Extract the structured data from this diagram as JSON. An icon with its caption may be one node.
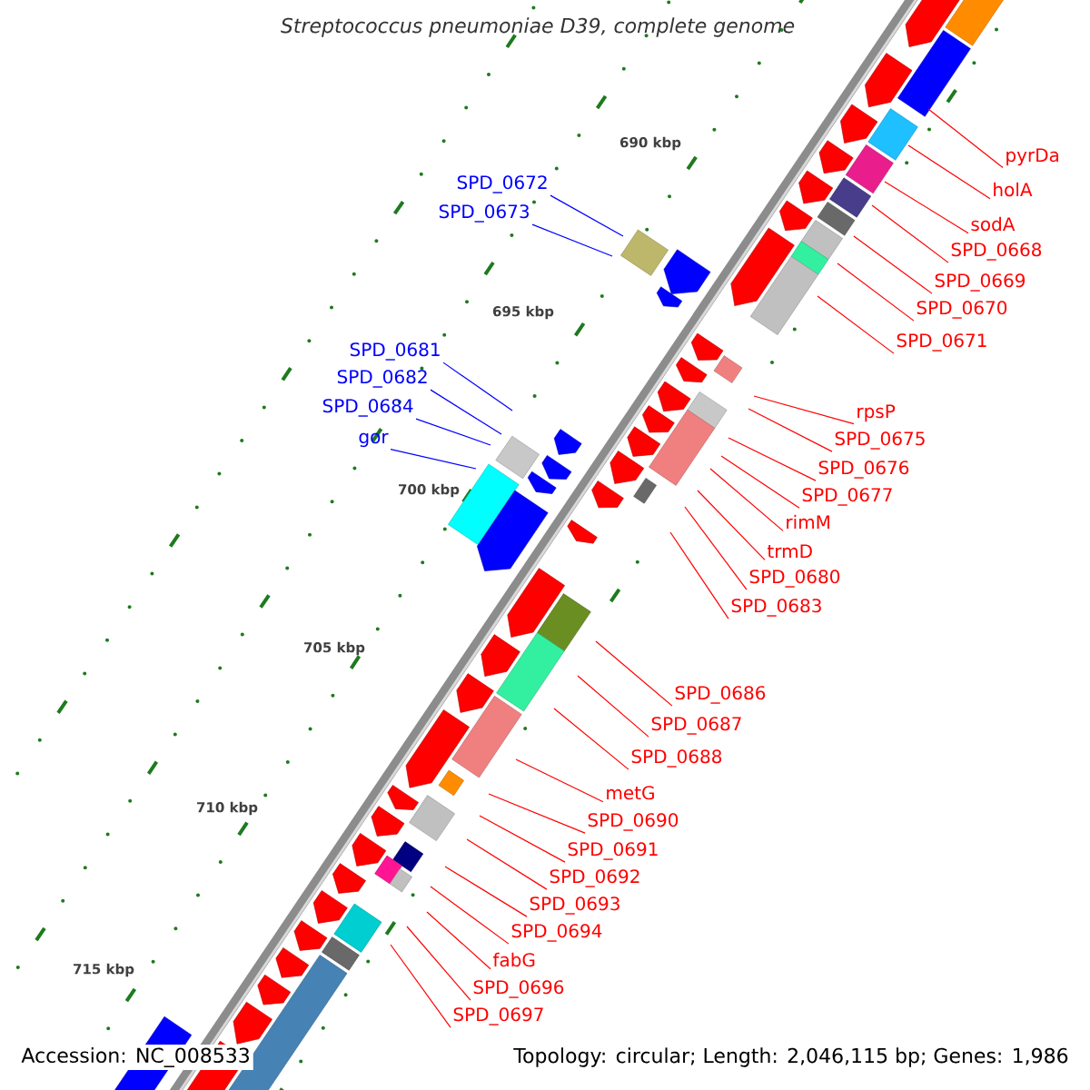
{
  "diagram": {
    "title": "Streptococcus pneumoniae D39, complete genome",
    "nodes": [
      {
        "text": [
          "pyrDa"
        ]
      },
      {
        "text": [
          "SPD_0672"
        ]
      },
      {
        "text": [
          "holA"
        ]
      },
      {
        "text": [
          "SPD_0673"
        ]
      },
      {
        "text": [
          "sodA"
        ]
      },
      {
        "text": [
          "SPD_0668"
        ]
      },
      {
        "text": [
          "SPD_0669"
        ]
      },
      {
        "text": [
          "SPD_0670"
        ]
      },
      {
        "text": [
          "SPD_0671"
        ]
      },
      {
        "text": [
          "SPD_0681"
        ]
      },
      {
        "text": [
          "SPD_0682"
        ]
      },
      {
        "text": [
          "SPD_0684"
        ]
      },
      {
        "text": [
          "rpsP"
        ]
      },
      {
        "text": [
          "gor"
        ]
      },
      {
        "text": [
          "SPD_0675"
        ]
      },
      {
        "text": [
          "SPD_0676"
        ]
      },
      {
        "text": [
          "SPD_0677"
        ]
      },
      {
        "text": [
          "rimM"
        ]
      },
      {
        "text": [
          "trmD"
        ]
      },
      {
        "text": [
          "SPD_0680"
        ]
      },
      {
        "text": [
          "SPD_0683"
        ]
      },
      {
        "text": [
          "SPD_0686"
        ]
      },
      {
        "text": [
          "SPD_0687"
        ]
      },
      {
        "text": [
          "SPD_0688"
        ]
      },
      {
        "text": [
          "metG"
        ]
      },
      {
        "text": [
          "SPD_0690"
        ]
      },
      {
        "text": [
          "SPD_0691"
        ]
      },
      {
        "text": [
          "SPD_0692"
        ]
      },
      {
        "text": [
          "SPD_0693"
        ]
      },
      {
        "text": [
          "SPD_0694"
        ]
      },
      {
        "text": [
          "fabG"
        ]
      },
      {
        "text": [
          "SPD_0696"
        ]
      },
      {
        "text": [
          "SPD_0697"
        ]
      }
    ],
    "edges": [
      {
        "from": 0,
        "to": null,
        "arrow": "none"
      },
      {
        "from": 1,
        "to": null,
        "arrow": "none",
        "color": "#0000ff"
      },
      {
        "from": 2,
        "to": null,
        "arrow": "none"
      },
      {
        "from": 3,
        "to": null,
        "arrow": "none",
        "color": "#0000ff"
      },
      {
        "from": 4,
        "to": null,
        "arrow": "none"
      },
      {
        "from": 5,
        "to": null,
        "arrow": "none"
      },
      {
        "from": 6,
        "to": null,
        "arrow": "none"
      },
      {
        "from": 7,
        "to": null,
        "arrow": "none"
      },
      {
        "from": 8,
        "to": null,
        "arrow": "none"
      },
      {
        "from": 9,
        "to": null,
        "arrow": "none",
        "color": "#0000ff"
      },
      {
        "from": 10,
        "to": null,
        "arrow": "none",
        "color": "#0000ff"
      },
      {
        "from": 11,
        "to": null,
        "arrow": "none",
        "color": "#0000ff"
      },
      {
        "from": 12,
        "to": null,
        "arrow": "none"
      },
      {
        "from": 13,
        "to": null,
        "arrow": "none",
        "color": "#0000ff"
      },
      {
        "from": 14,
        "to": null,
        "arrow": "none"
      },
      {
        "from": 15,
        "to": null,
        "arrow": "none"
      },
      {
        "from": 16,
        "to": null,
        "arrow": "none"
      },
      {
        "from": 17,
        "to": null,
        "arrow": "none"
      },
      {
        "from": 18,
        "to": null,
        "arrow": "none"
      },
      {
        "from": 19,
        "to": null,
        "arrow": "none"
      },
      {
        "from": 20,
        "to": null,
        "arrow": "none"
      },
      {
        "from": 21,
        "to": null,
        "arrow": "none"
      },
      {
        "from": 22,
        "to": null,
        "arrow": "none"
      },
      {
        "from": 23,
        "to": null,
        "arrow": "none"
      },
      {
        "from": 24,
        "to": null,
        "arrow": "none"
      },
      {
        "from": 25,
        "to": null,
        "arrow": "none"
      },
      {
        "from": 26,
        "to": null,
        "arrow": "none"
      },
      {
        "from": 27,
        "to": null,
        "arrow": "none"
      },
      {
        "from": 28,
        "to": null,
        "arrow": "none"
      },
      {
        "from": 29,
        "to": null,
        "arrow": "none"
      },
      {
        "from": 30,
        "to": null,
        "arrow": "none"
      },
      {
        "from": 31,
        "to": null,
        "arrow": "none"
      },
      {
        "from": 32,
        "to": null,
        "arrow": "none"
      }
    ],
    "labels": [
      "690 kbp",
      "695 kbp",
      "700 kbp",
      "705 kbp",
      "710 kbp",
      "715 kbp",
      "Accession: NC_008533",
      "Topology: circular; Length: 2,046,115 bp; Genes: 1,986"
    ]
  }
}
